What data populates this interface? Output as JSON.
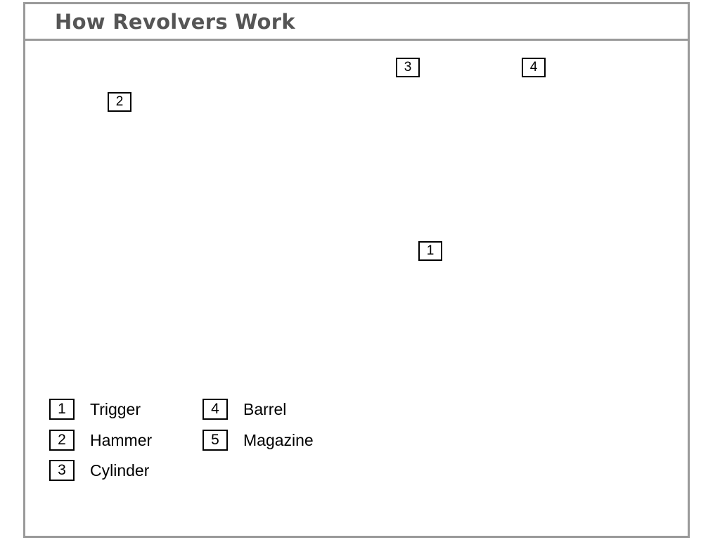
{
  "title": "How Revolvers Work",
  "callouts": {
    "c1": "1",
    "c2": "2",
    "c3": "3",
    "c4": "4"
  },
  "legend": [
    {
      "num": "1",
      "label": "Trigger"
    },
    {
      "num": "2",
      "label": "Hammer"
    },
    {
      "num": "3",
      "label": "Cylinder"
    },
    {
      "num": "4",
      "label": "Barrel"
    },
    {
      "num": "5",
      "label": "Magazine"
    }
  ],
  "colors": {
    "frame": "#9a9a9a",
    "grid": "#c8c8c8",
    "gun_body": "#e4e4e4",
    "outline": "#8a8a8a",
    "grip": "#8a6a45",
    "spring": "#1f2fd0",
    "inset_bg": "#f2f2f2"
  }
}
